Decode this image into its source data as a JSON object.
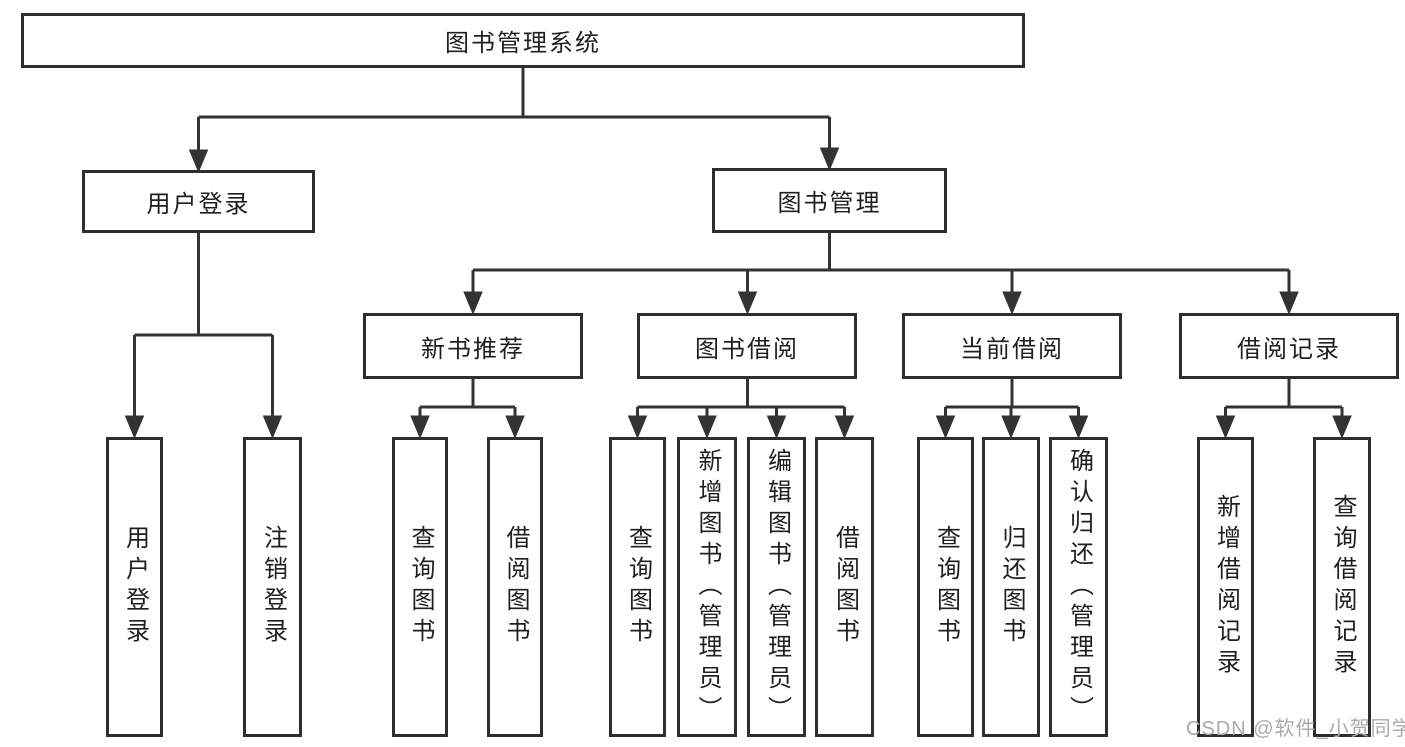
{
  "colors": {
    "line": "#333333",
    "box_border": "#2e2e2e",
    "text": "#1f1f1f",
    "watermark": "#ababab",
    "background": "#ffffff"
  },
  "watermark": {
    "text": "CSDN @软件_小贺同学"
  },
  "tree": {
    "label": "图书管理系统",
    "children": [
      {
        "label": "用户登录",
        "children": [
          {
            "label": "用户登录"
          },
          {
            "label": "注销登录"
          }
        ]
      },
      {
        "label": "图书管理",
        "children": [
          {
            "label": "新书推荐",
            "children": [
              {
                "label": "查询图书"
              },
              {
                "label": "借阅图书"
              }
            ]
          },
          {
            "label": "图书借阅",
            "children": [
              {
                "label": "查询图书"
              },
              {
                "label": "新增图书（管理员）"
              },
              {
                "label": "编辑图书（管理员）"
              },
              {
                "label": "借阅图书"
              }
            ]
          },
          {
            "label": "当前借阅",
            "children": [
              {
                "label": "查询图书"
              },
              {
                "label": "归还图书"
              },
              {
                "label": "确认归还（管理员）"
              }
            ]
          },
          {
            "label": "借阅记录",
            "children": [
              {
                "label": "新增借阅记录"
              },
              {
                "label": "查询借阅记录"
              }
            ]
          }
        ]
      }
    ]
  }
}
